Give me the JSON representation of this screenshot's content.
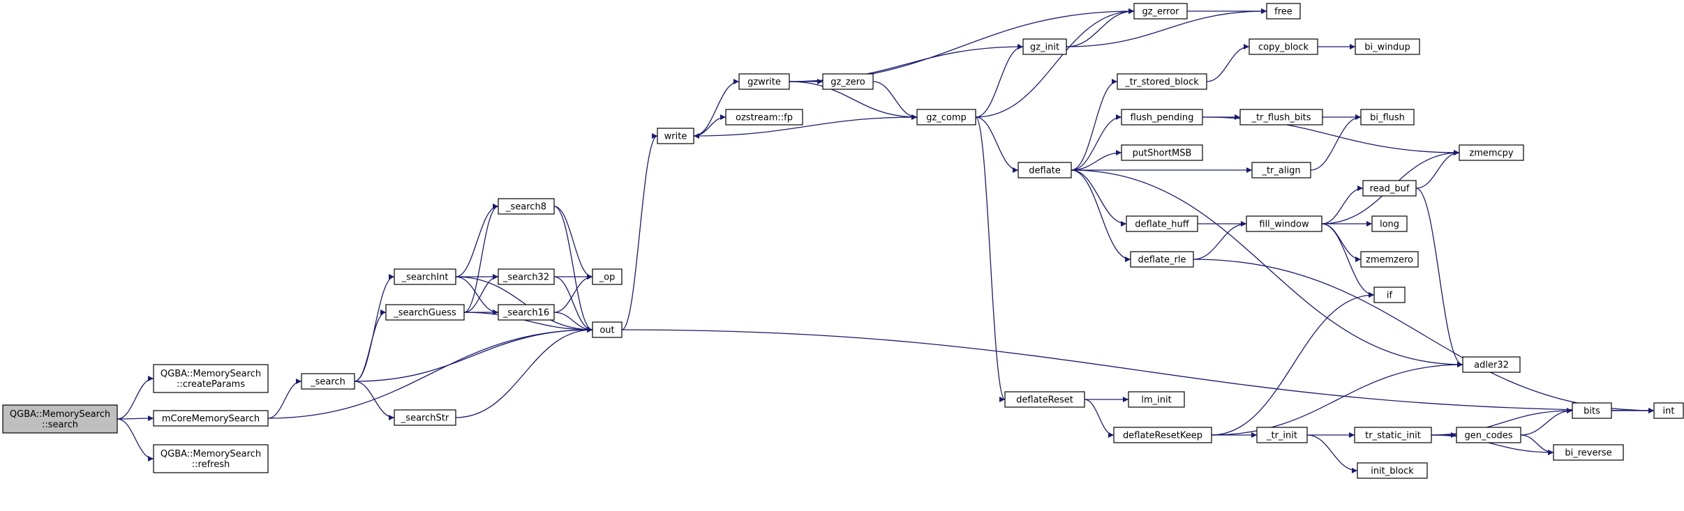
{
  "graph": {
    "root": "QGBA::MemorySearch::search",
    "colors": {
      "edge": "#191970",
      "root_fill": "#bfbfbf",
      "node_fill": "#ffffff"
    },
    "nodes": {
      "root": [
        "QGBA::MemorySearch",
        "::search"
      ],
      "createParams": [
        "QGBA::MemorySearch",
        "::createParams"
      ],
      "mCoreMemorySearch": [
        "mCoreMemorySearch"
      ],
      "refresh": [
        "QGBA::MemorySearch",
        "::refresh"
      ],
      "_search": [
        "_search"
      ],
      "_searchInt": [
        "_searchInt"
      ],
      "_searchGuess": [
        "_searchGuess"
      ],
      "_searchStr": [
        "_searchStr"
      ],
      "_search8": [
        "_search8"
      ],
      "_search32": [
        "_search32"
      ],
      "_search16": [
        "_search16"
      ],
      "_op": [
        "_op"
      ],
      "out": [
        "out"
      ],
      "write": [
        "write"
      ],
      "gzwrite": [
        "gzwrite"
      ],
      "ozstream_fp": [
        "ozstream::fp"
      ],
      "gz_zero": [
        "gz_zero"
      ],
      "gz_comp": [
        "gz_comp"
      ],
      "gz_init": [
        "gz_init"
      ],
      "gz_error": [
        "gz_error"
      ],
      "free": [
        "free"
      ],
      "deflate": [
        "deflate"
      ],
      "deflateReset": [
        "deflateReset"
      ],
      "_tr_stored_block": [
        "_tr_stored_block"
      ],
      "flush_pending": [
        "flush_pending"
      ],
      "putShortMSB": [
        "putShortMSB"
      ],
      "deflate_huff": [
        "deflate_huff"
      ],
      "deflate_rle": [
        "deflate_rle"
      ],
      "lm_init": [
        "lm_init"
      ],
      "deflateResetKeep": [
        "deflateResetKeep"
      ],
      "copy_block": [
        "copy_block"
      ],
      "bi_windup": [
        "bi_windup"
      ],
      "_tr_flush_bits": [
        "_tr_flush_bits"
      ],
      "bi_flush": [
        "bi_flush"
      ],
      "_tr_align": [
        "_tr_align"
      ],
      "zmemcpy": [
        "zmemcpy"
      ],
      "read_buf": [
        "read_buf"
      ],
      "fill_window": [
        "fill_window"
      ],
      "long": [
        "long"
      ],
      "zmemzero": [
        "zmemzero"
      ],
      "if": [
        "if"
      ],
      "adler32": [
        "adler32"
      ],
      "_tr_init": [
        "_tr_init"
      ],
      "tr_static_init": [
        "tr_static_init"
      ],
      "init_block": [
        "init_block"
      ],
      "gen_codes": [
        "gen_codes"
      ],
      "bits": [
        "bits"
      ],
      "bi_reverse": [
        "bi_reverse"
      ],
      "int": [
        "int"
      ]
    },
    "edges": [
      [
        "root",
        "createParams"
      ],
      [
        "root",
        "mCoreMemorySearch"
      ],
      [
        "root",
        "refresh"
      ],
      [
        "mCoreMemorySearch",
        "_search"
      ],
      [
        "mCoreMemorySearch",
        "out"
      ],
      [
        "_search",
        "_searchInt"
      ],
      [
        "_search",
        "_searchGuess"
      ],
      [
        "_search",
        "_searchStr"
      ],
      [
        "_search",
        "out"
      ],
      [
        "_searchInt",
        "_search8"
      ],
      [
        "_searchInt",
        "_search32"
      ],
      [
        "_searchInt",
        "_search16"
      ],
      [
        "_searchInt",
        "out"
      ],
      [
        "_searchGuess",
        "_search8"
      ],
      [
        "_searchGuess",
        "_search32"
      ],
      [
        "_searchGuess",
        "_search16"
      ],
      [
        "_searchGuess",
        "out"
      ],
      [
        "_searchStr",
        "out"
      ],
      [
        "_search8",
        "_op"
      ],
      [
        "_search8",
        "out"
      ],
      [
        "_search32",
        "_op"
      ],
      [
        "_search32",
        "out"
      ],
      [
        "_search16",
        "_op"
      ],
      [
        "_search16",
        "out"
      ],
      [
        "out",
        "write"
      ],
      [
        "out",
        "int"
      ],
      [
        "write",
        "gzwrite"
      ],
      [
        "write",
        "ozstream_fp"
      ],
      [
        "gzwrite",
        "gz_error"
      ],
      [
        "gzwrite",
        "gz_init"
      ],
      [
        "gzwrite",
        "gz_zero"
      ],
      [
        "gzwrite",
        "gz_comp"
      ],
      [
        "gz_zero",
        "gz_comp"
      ],
      [
        "gz_comp",
        "write"
      ],
      [
        "gz_comp",
        "gz_error"
      ],
      [
        "gz_comp",
        "gz_init"
      ],
      [
        "gz_comp",
        "deflate"
      ],
      [
        "gz_comp",
        "deflateReset"
      ],
      [
        "gz_init",
        "gz_error"
      ],
      [
        "gz_init",
        "free"
      ],
      [
        "gz_error",
        "free"
      ],
      [
        "deflate",
        "_tr_stored_block"
      ],
      [
        "deflate",
        "flush_pending"
      ],
      [
        "deflate",
        "putShortMSB"
      ],
      [
        "deflate",
        "_tr_align"
      ],
      [
        "deflate",
        "deflate_huff"
      ],
      [
        "deflate",
        "deflate_rle"
      ],
      [
        "deflate",
        "adler32"
      ],
      [
        "_tr_stored_block",
        "copy_block"
      ],
      [
        "copy_block",
        "bi_windup"
      ],
      [
        "flush_pending",
        "_tr_flush_bits"
      ],
      [
        "flush_pending",
        "zmemcpy"
      ],
      [
        "_tr_flush_bits",
        "bi_flush"
      ],
      [
        "_tr_align",
        "bi_flush"
      ],
      [
        "deflate_huff",
        "fill_window"
      ],
      [
        "deflate_rle",
        "fill_window"
      ],
      [
        "deflate_rle",
        "int"
      ],
      [
        "fill_window",
        "read_buf"
      ],
      [
        "fill_window",
        "zmemcpy"
      ],
      [
        "fill_window",
        "long"
      ],
      [
        "fill_window",
        "zmemzero"
      ],
      [
        "fill_window",
        "if"
      ],
      [
        "read_buf",
        "zmemcpy"
      ],
      [
        "read_buf",
        "adler32"
      ],
      [
        "deflateReset",
        "lm_init"
      ],
      [
        "deflateReset",
        "deflateResetKeep"
      ],
      [
        "deflateResetKeep",
        "if"
      ],
      [
        "deflateResetKeep",
        "adler32"
      ],
      [
        "deflateResetKeep",
        "_tr_init"
      ],
      [
        "_tr_init",
        "tr_static_init"
      ],
      [
        "_tr_init",
        "init_block"
      ],
      [
        "tr_static_init",
        "bits"
      ],
      [
        "tr_static_init",
        "gen_codes"
      ],
      [
        "tr_static_init",
        "bi_reverse"
      ],
      [
        "gen_codes",
        "bits"
      ],
      [
        "gen_codes",
        "bi_reverse"
      ],
      [
        "bits",
        "int"
      ]
    ]
  }
}
